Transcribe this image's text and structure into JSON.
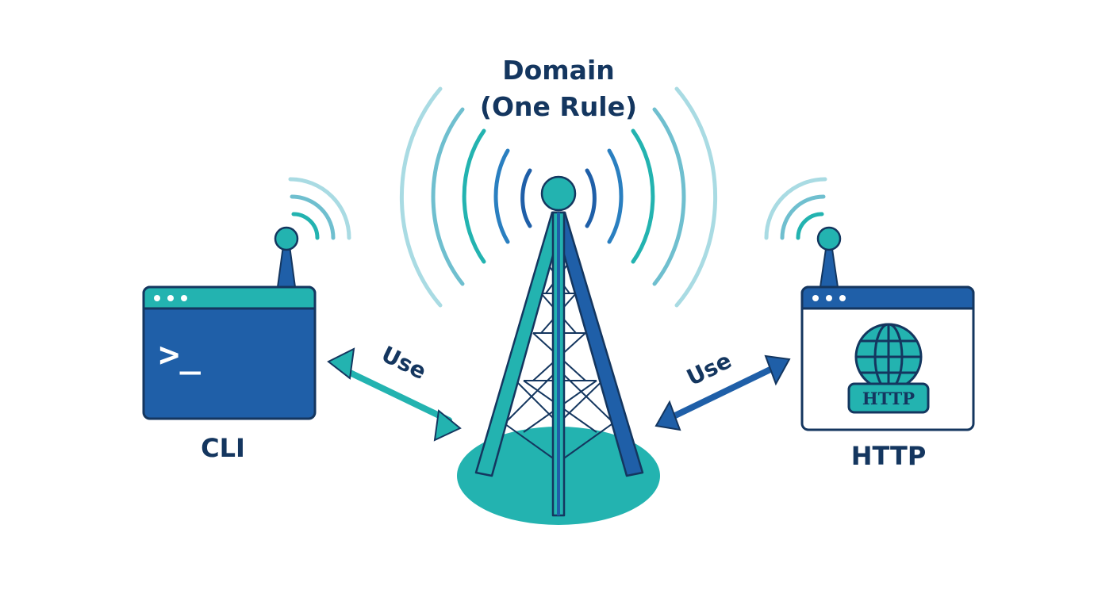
{
  "title": {
    "line1": "Domain",
    "line2": "(One Rule)"
  },
  "left_node": {
    "label": "CLI",
    "prompt": ">_",
    "icon": "terminal-icon"
  },
  "right_node": {
    "label": "HTTP",
    "badge": "HTTP",
    "icon": "globe-icon"
  },
  "left_edge": {
    "label": "Use"
  },
  "right_edge": {
    "label": "Use"
  },
  "colors": {
    "navy": "#14365f",
    "blue": "#1f5fa8",
    "teal": "#23b3b0",
    "teal_light": "#a9dbe3"
  }
}
